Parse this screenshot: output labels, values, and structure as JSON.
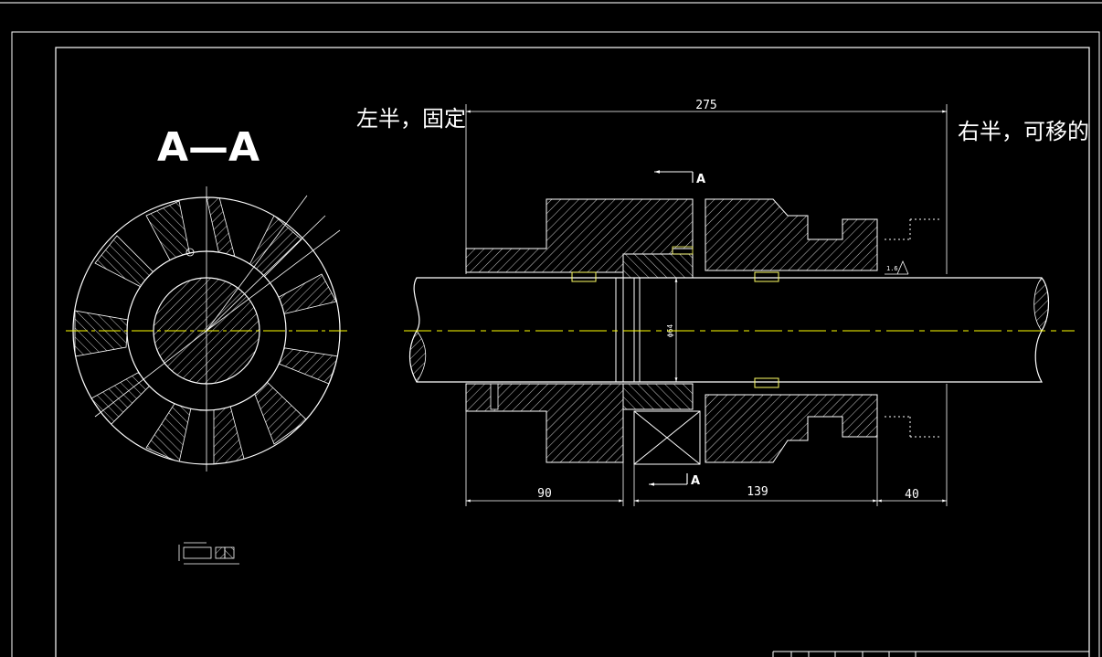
{
  "drawing": {
    "section_title": "A—A",
    "label_left_half": "左半，固定",
    "label_right_half": "右半，可移的",
    "section_marker": "A",
    "dimensions": {
      "overall_length": "275",
      "left_length": "90",
      "middle_length": "139",
      "right_length": "40",
      "shaft_diameter": "ϕ64",
      "surface_finish": "1.6"
    },
    "colors": {
      "background": "#000000",
      "lines": "#ffffff",
      "centerline": "#ffff00",
      "key": "#ffff66"
    }
  }
}
